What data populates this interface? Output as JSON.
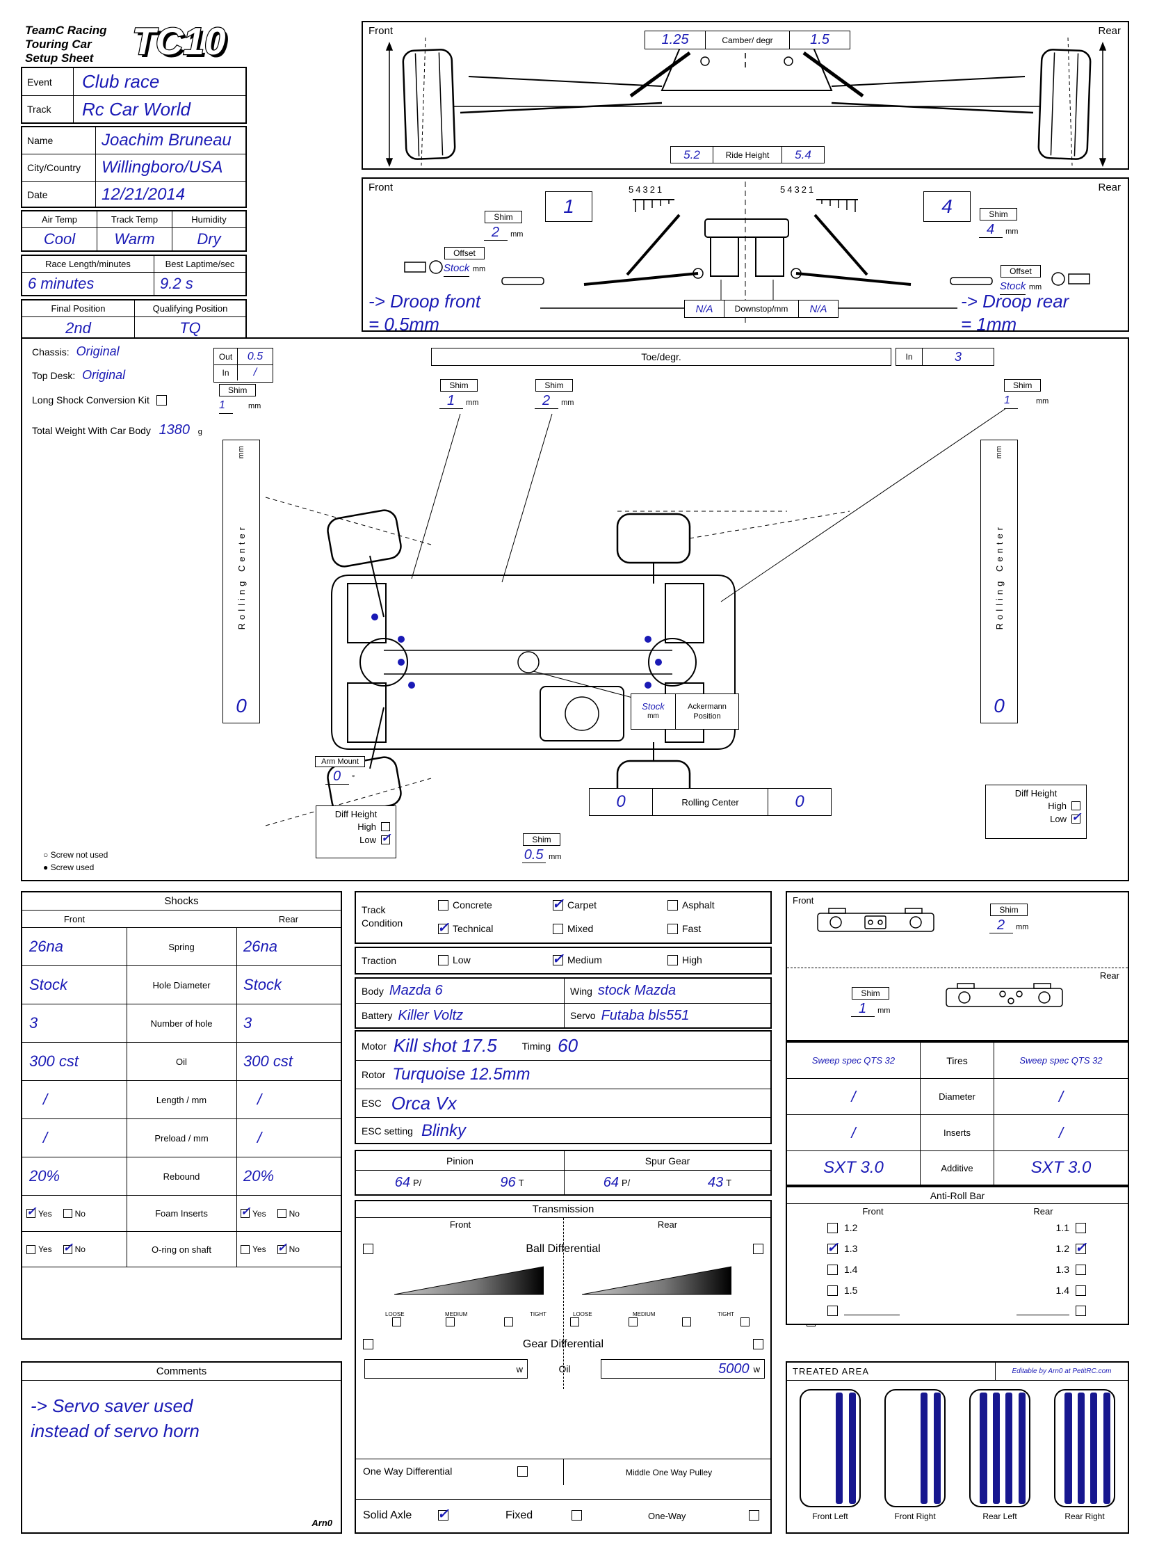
{
  "brand": {
    "line1": "TeamC Racing",
    "line2": "Touring Car",
    "line3": "Setup Sheet",
    "logo": "TC10"
  },
  "info": {
    "event_label": "Event",
    "event": "Club race",
    "track_label": "Track",
    "track": "Rc Car World",
    "name_label": "Name",
    "name": "Joachim Bruneau",
    "city_label": "City/Country",
    "city": "Willingboro/USA",
    "date_label": "Date",
    "date": "12/21/2014",
    "air_label": "Air Temp",
    "air": "Cool",
    "tracktemp_label": "Track Temp",
    "tracktemp": "Warm",
    "humidity_label": "Humidity",
    "humidity": "Dry",
    "racelen_label": "Race Length/minutes",
    "racelen": "6 minutes",
    "bestlap_label": "Best Laptime/sec",
    "bestlap": "9.2 s",
    "finalpos_label": "Final Position",
    "finalpos": "2nd",
    "qualpos_label": "Qualifying Position",
    "qualpos": "TQ"
  },
  "camber": {
    "front": "Front",
    "rear": "Rear",
    "label": "Camber/ degr",
    "front_value": "1.25",
    "rear_value": "1.5",
    "ride_label": "Ride Height",
    "ride_front": "5.2",
    "ride_rear": "5.4"
  },
  "droop": {
    "front": "Front",
    "rear": "Rear",
    "front_pos": "1",
    "rear_pos": "4",
    "scale": "54321",
    "shim_label": "Shim",
    "mm": "mm",
    "front_shim": "2",
    "rear_shim": "4",
    "offset_label": "Offset",
    "front_offset": "Stock",
    "rear_offset": "Stock",
    "front_note1": "-> Droop front",
    "front_note2": "= 0.5mm",
    "rear_note1": "-> Droop rear",
    "rear_note2": "= 1mm",
    "downstop_label": "Downstop/mm",
    "downstop_front": "N/A",
    "downstop_rear": "N/A"
  },
  "chassis": {
    "chassis_label": "Chassis:",
    "chassis": "Original",
    "topdeck_label": "Top Desk:",
    "topdeck": "Original",
    "longshock_label": "Long Shock Conversion Kit",
    "longshock_checked": false,
    "weight_label": "Total Weight With Car Body",
    "weight": "1380",
    "weight_unit": "g",
    "toe_label": "Toe/degr.",
    "out_label": "Out",
    "out_value": "0.5",
    "in_label": "In",
    "in_value": "/",
    "rear_in_label": "In",
    "rear_in_value": "3",
    "shim_label": "Shim",
    "mm": "mm",
    "shim_left": "1",
    "shim_front": "1",
    "shim_center": "2",
    "shim_right": "1",
    "shim_bottom": "0.5",
    "rc_vert": "Rolling Center",
    "rc_left": "0",
    "rc_right": "0",
    "armmount_label": "Arm Mount",
    "armmount": "0",
    "deg": "°",
    "ackermann_value": "Stock",
    "ackermann_l1": "Ackermann",
    "ackermann_l2": "Position",
    "diff_label": "Diff Height",
    "high": "High",
    "low": "Low",
    "diff_left_high": false,
    "diff_left_low": true,
    "diff_right_high": false,
    "diff_right_low": true,
    "rc_label": "Rolling Center",
    "rc_bl": "0",
    "rc_br": "0",
    "legend1_icon": "○",
    "legend1": "Screw not used",
    "legend2_icon": "●",
    "legend2": "Screw used"
  },
  "shocks": {
    "title": "Shocks",
    "front": "Front",
    "rear": "Rear",
    "rows": [
      {
        "label": "Spring",
        "front": "26na",
        "rear": "26na"
      },
      {
        "label": "Hole Diameter",
        "front": "Stock",
        "rear": "Stock"
      },
      {
        "label": "Number of hole",
        "front": "3",
        "rear": "3"
      },
      {
        "label": "Oil",
        "front": "300 cst",
        "rear": "300 cst"
      },
      {
        "label": "Length / mm",
        "front": "/",
        "rear": "/"
      },
      {
        "label": "Preload / mm",
        "front": "/",
        "rear": "/"
      },
      {
        "label": "Rebound",
        "front": "20%",
        "rear": "20%"
      }
    ],
    "yes": "Yes",
    "no": "No",
    "foam_label": "Foam Inserts",
    "foam_front_yes": true,
    "foam_front_no": false,
    "foam_rear_yes": true,
    "foam_rear_no": false,
    "oring_label": "O-ring on shaft",
    "oring_front_yes": false,
    "oring_front_no": true,
    "oring_rear_yes": false,
    "oring_rear_no": true
  },
  "comments": {
    "title": "Comments",
    "line1": "-> Servo saver used",
    "line2": "instead of servo horn",
    "credit": "Arn0"
  },
  "equipment": {
    "cond_label_l1": "Track",
    "cond_label_l2": "Condition",
    "conditions": [
      {
        "label": "Concrete",
        "checked": false
      },
      {
        "label": "Carpet",
        "checked": true
      },
      {
        "label": "Asphalt",
        "checked": false
      },
      {
        "label": "Technical",
        "checked": true
      },
      {
        "label": "Mixed",
        "checked": false
      },
      {
        "label": "Fast",
        "checked": false
      }
    ],
    "traction_label": "Traction",
    "tractions": [
      {
        "label": "Low",
        "checked": false
      },
      {
        "label": "Medium",
        "checked": true
      },
      {
        "label": "High",
        "checked": false
      }
    ],
    "body_label": "Body",
    "body": "Mazda 6",
    "wing_label": "Wing",
    "wing": "stock Mazda",
    "battery_label": "Battery",
    "battery": "Killer Voltz",
    "servo_label": "Servo",
    "servo": "Futaba bls551",
    "motor_label": "Motor",
    "motor": "Kill shot 17.5",
    "timing_label": "Timing",
    "timing": "60",
    "rotor_label": "Rotor",
    "rotor": "Turquoise 12.5mm",
    "esc_label": "ESC",
    "esc": "Orca Vx",
    "escset_label": "ESC setting",
    "escset": "Blinky"
  },
  "gearing": {
    "pinion_label": "Pinion",
    "spur_label": "Spur Gear",
    "pinion_p": "64",
    "pinion_p_unit": "P/",
    "pinion_t": "96",
    "pinion_t_unit": "T",
    "spur_p": "64",
    "spur_p_unit": "P/",
    "spur_t": "43",
    "spur_t_unit": "T"
  },
  "transmission": {
    "title": "Transmission",
    "front": "Front",
    "rear": "Rear",
    "ball_label": "Ball Differential",
    "ball_front": false,
    "ball_rear": false,
    "loose": "LOOSE",
    "medium": "MEDIUM",
    "tight": "TIGHT",
    "gear_label": "Gear Differential",
    "gear_front": false,
    "gear_rear": false,
    "oil_label": "Oil",
    "gear_oil_front": "",
    "gear_oil_rear": "5000",
    "w_front": "w",
    "w_rear": "w",
    "oneway_label": "One Way Differential",
    "oneway_checked": false,
    "pulley_label": "Middle One Way Pulley",
    "solid_label": "Solid Axle",
    "solid_checked": true,
    "fixed_label": "Fixed",
    "fixed_checked": false,
    "oneway2_label": "One-Way",
    "oneway2_checked": false
  },
  "right": {
    "front": "Front",
    "rear": "Rear",
    "shim_label": "Shim",
    "mm": "mm",
    "front_shim": "2",
    "rear_shim": "1",
    "tires_spec_front": "Sweep spec QTS 32",
    "tires_label": "Tires",
    "tires_spec_rear": "Sweep spec QTS 32",
    "diameter_label": "Diameter",
    "diameter_front": "/",
    "diameter_rear": "/",
    "inserts_label": "Inserts",
    "inserts_front": "/",
    "inserts_rear": "/",
    "additive_label": "Additive",
    "additive_front": "SXT 3.0",
    "additive_rear": "SXT 3.0",
    "arb_title": "Anti-Roll Bar",
    "arb_front": [
      {
        "label": "1.2",
        "checked": false
      },
      {
        "label": "1.3",
        "checked": true
      },
      {
        "label": "1.4",
        "checked": false
      },
      {
        "label": "1.5",
        "checked": false
      },
      {
        "label": "",
        "checked": false
      }
    ],
    "arb_rear": [
      {
        "label": "1.1",
        "checked": false
      },
      {
        "label": "1.2",
        "checked": true
      },
      {
        "label": "1.3",
        "checked": false
      },
      {
        "label": "1.4",
        "checked": false
      },
      {
        "label": "",
        "checked": false
      }
    ],
    "treated_title": "TREATED AREA",
    "treated_credit": "Editable by Arn0 at PetitRC.com",
    "tires": [
      {
        "label": "Front Left",
        "stripes": 2
      },
      {
        "label": "Front Right",
        "stripes": 2
      },
      {
        "label": "Rear Left",
        "stripes": 4
      },
      {
        "label": "Rear Right",
        "stripes": 4
      }
    ]
  }
}
